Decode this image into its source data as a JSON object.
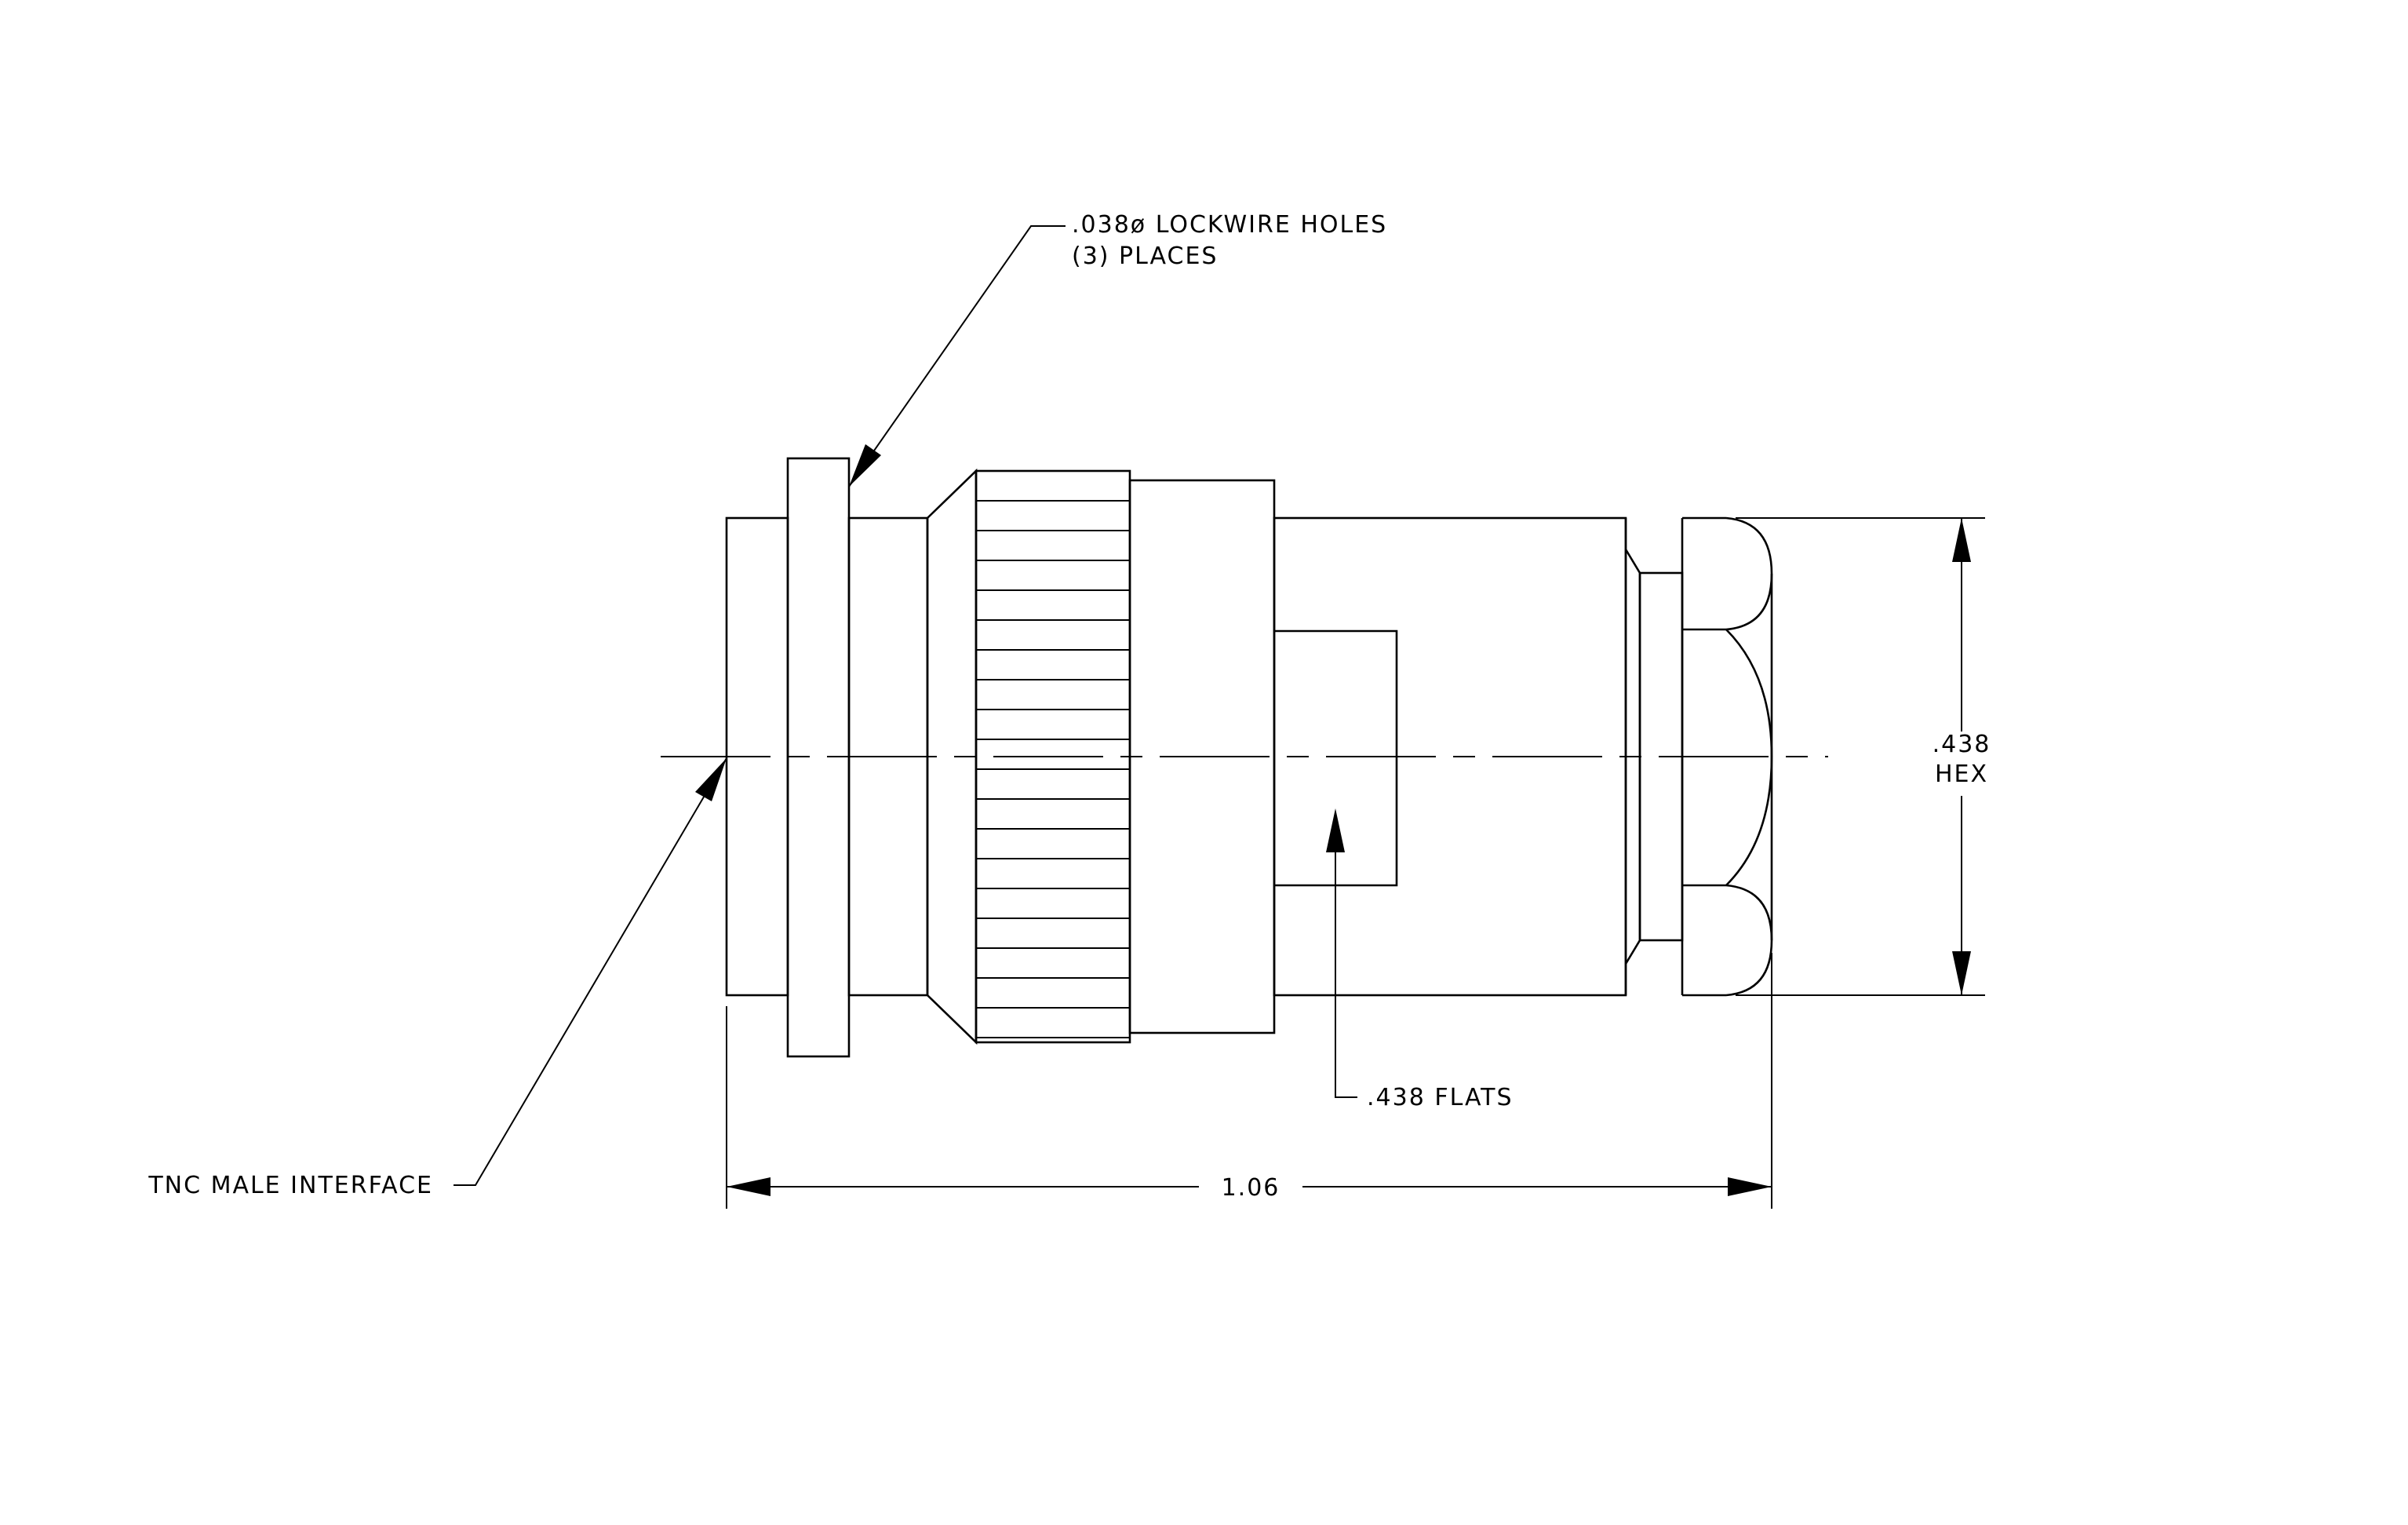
{
  "drawing": {
    "colors": {
      "line": "#000000",
      "background": "#ffffff"
    },
    "callouts": {
      "lockwire_line1": ".038ø LOCKWIRE HOLES",
      "lockwire_line2": "(3)  PLACES",
      "interface": "TNC MALE INTERFACE",
      "flats": ".438 FLATS",
      "hex_value": ".438",
      "hex_label": "HEX",
      "length": "1.06"
    }
  }
}
